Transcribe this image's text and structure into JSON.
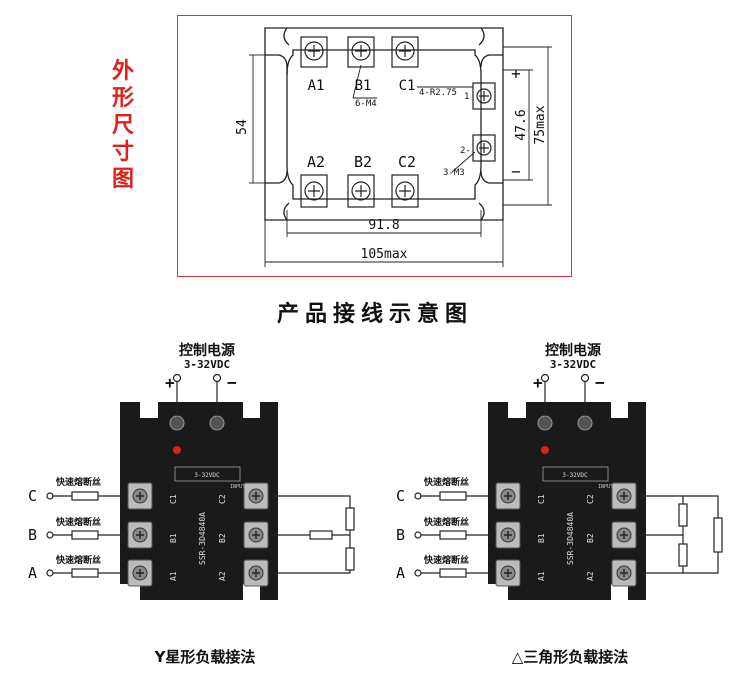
{
  "top_section": {
    "side_label": "外形尺寸图",
    "terminals_top": [
      "A1",
      "B1",
      "C1"
    ],
    "terminals_bottom": [
      "A2",
      "B2",
      "C2"
    ],
    "control_terminals": [
      "1",
      "2"
    ],
    "screw_note": "6-M4",
    "mount_note": "4-R2.75",
    "ctrl_screw_note": "3-M3",
    "ctrl_label_2": "2-",
    "dim_height": "54",
    "dim_hole_spacing": "91.8",
    "dim_width": "105max",
    "dim_ctrl": "47.6",
    "dim_total_height": "75max",
    "plus": "+",
    "minus": "−"
  },
  "main_title": "产品接线示意图",
  "left_diagram": {
    "control_title": "控制电源",
    "control_voltage": "3-32VDC",
    "plus": "+",
    "minus": "−",
    "fuse_label": "快速熔断丝",
    "phases": [
      "C",
      "B",
      "A"
    ],
    "model": "SSR-3D4840A",
    "terminals_left": [
      "C1",
      "B1",
      "A1"
    ],
    "terminals_right": [
      "C2",
      "B2",
      "A2"
    ],
    "input_label": "INPUT",
    "input_text": "3-32VDC",
    "caption": "Y星形负载接法"
  },
  "right_diagram": {
    "control_title": "控制电源",
    "control_voltage": "3-32VDC",
    "plus": "+",
    "minus": "−",
    "fuse_label": "快速熔断丝",
    "phases": [
      "C",
      "B",
      "A"
    ],
    "model": "SSR-3D4840A",
    "terminals_left": [
      "C1",
      "B1",
      "A1"
    ],
    "terminals_right": [
      "C2",
      "B2",
      "A2"
    ],
    "input_label": "INPUT",
    "input_text": "3-32VDC",
    "caption": "△三角形负载接法"
  }
}
